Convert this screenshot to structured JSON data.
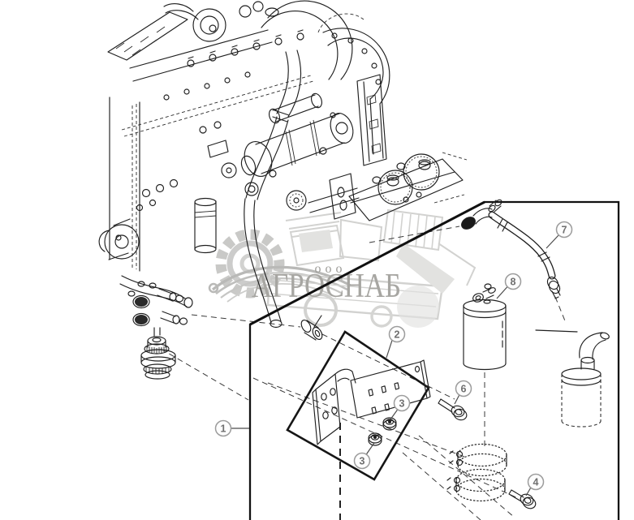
{
  "watermark": {
    "org_prefix": "ооо",
    "org_name": "АГРОСНАБ"
  },
  "diagram": {
    "callouts": [
      {
        "label": "1"
      },
      {
        "label": "2"
      },
      {
        "label": "3"
      },
      {
        "label": "3"
      },
      {
        "label": "4"
      },
      {
        "label": "6"
      },
      {
        "label": "7"
      },
      {
        "label": "8"
      }
    ]
  },
  "colors": {
    "background": "#ffffff",
    "line_art": "#1f1f1f",
    "callout_ring": "#9c9c9c",
    "callout_number": "#6f6f6f",
    "watermark_graphic": "#d7d7d5",
    "watermark_text": "#a8a7a3"
  }
}
